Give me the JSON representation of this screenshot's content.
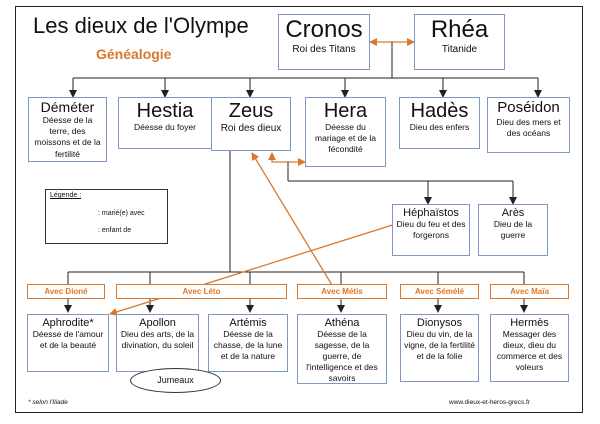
{
  "header": {
    "title": "Les dieux de l'Olympe",
    "subtitle": "Généalogie"
  },
  "gods": {
    "cronos": {
      "name": "Cronos",
      "role": "Roi des Titans"
    },
    "rhea": {
      "name": "Rhéa",
      "role": "Titanide"
    },
    "demeter": {
      "name": "Déméter",
      "role": "Déesse de la terre, des moissons et de la fertilité"
    },
    "hestia": {
      "name": "Hestia",
      "role": "Déesse du foyer"
    },
    "zeus": {
      "name": "Zeus",
      "role": "Roi des dieux"
    },
    "hera": {
      "name": "Hera",
      "role": "Déesse du mariage et de la fécondité"
    },
    "hades": {
      "name": "Hadès",
      "role": "Dieu des enfers"
    },
    "poseidon": {
      "name": "Poséidon",
      "role": "Dieu des mers et des océans"
    },
    "hephaistos": {
      "name": "Héphaïstos",
      "role": "Dieu du feu et des forgerons"
    },
    "ares": {
      "name": "Arès",
      "role": "Dieu de la guerre"
    },
    "aphrodite": {
      "name": "Aphrodite*",
      "role": "Déesse de l'amour et de la beauté"
    },
    "apollon": {
      "name": "Apollon",
      "role": "Dieu des arts, de la divination, du soleil"
    },
    "artemis": {
      "name": "Artémis",
      "role": "Déesse de la chasse, de la lune et de la nature"
    },
    "athena": {
      "name": "Athéna",
      "role": "Déesse de la sagesse, de la guerre, de l'intelligence et des savoirs"
    },
    "dionysos": {
      "name": "Dionysos",
      "role": "Dieu du vin, de la vigne, de la fertilité et de la folie"
    },
    "hermes": {
      "name": "Hermès",
      "role": "Messager des dieux, dieu du commerce et des voleurs"
    }
  },
  "mothers": {
    "dione": "Avec Dioné",
    "leto": "Avec Léto",
    "metis": "Avec Métis",
    "semele": "Avec Sémélé",
    "maia": "Avec Maïa"
  },
  "legend": {
    "title": "Légende :",
    "married": ": marié(e) avec",
    "child": ": enfant de"
  },
  "twins_label": "Jumeaux",
  "footnote": "* selon l'Iliade",
  "website": "www.dieux-et-heros-grecs.fr",
  "colors": {
    "accent": "#d9782d",
    "box_border": "#7f97c4",
    "line": "#222222"
  }
}
